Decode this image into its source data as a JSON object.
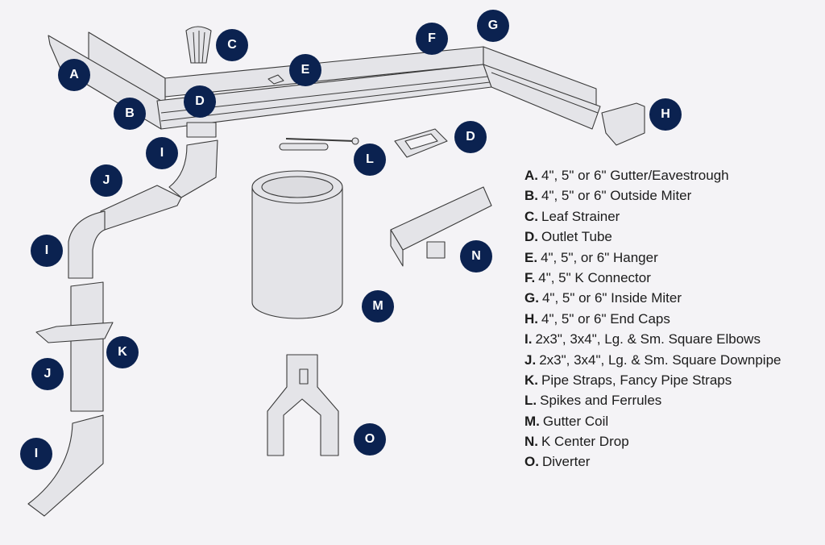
{
  "colors": {
    "badge": "#0b2250",
    "background": "#f4f3f6",
    "part_fill": "#e4e4e8"
  },
  "badges": [
    {
      "id": "A",
      "label": "A"
    },
    {
      "id": "B",
      "label": "B"
    },
    {
      "id": "C",
      "label": "C"
    },
    {
      "id": "D1",
      "label": "D"
    },
    {
      "id": "E",
      "label": "E"
    },
    {
      "id": "F",
      "label": "F"
    },
    {
      "id": "G",
      "label": "G"
    },
    {
      "id": "H",
      "label": "H"
    },
    {
      "id": "I1",
      "label": "I"
    },
    {
      "id": "J1",
      "label": "J"
    },
    {
      "id": "I2",
      "label": "I"
    },
    {
      "id": "L",
      "label": "L"
    },
    {
      "id": "D2",
      "label": "D"
    },
    {
      "id": "N",
      "label": "N"
    },
    {
      "id": "M",
      "label": "M"
    },
    {
      "id": "K",
      "label": "K"
    },
    {
      "id": "J2",
      "label": "J"
    },
    {
      "id": "I3",
      "label": "I"
    },
    {
      "id": "O",
      "label": "O"
    }
  ],
  "legend": [
    {
      "key": "A.",
      "text": "4\", 5\" or 6\" Gutter/Eavestrough"
    },
    {
      "key": "B.",
      "text": "4\", 5\" or 6\" Outside Miter"
    },
    {
      "key": "C.",
      "text": "Leaf Strainer"
    },
    {
      "key": "D.",
      "text": "Outlet Tube"
    },
    {
      "key": "E.",
      "text": "4\", 5\", or 6\" Hanger"
    },
    {
      "key": "F.",
      "text": "4\", 5\" K Connector"
    },
    {
      "key": "G.",
      "text": "4\", 5\" or 6\" Inside Miter"
    },
    {
      "key": "H.",
      "text": "4\", 5\" or 6\" End Caps"
    },
    {
      "key": "I.",
      "text": "2x3\", 3x4\", Lg. & Sm. Square Elbows"
    },
    {
      "key": "J.",
      "text": "2x3\", 3x4\", Lg. & Sm. Square Downpipe"
    },
    {
      "key": "K.",
      "text": "Pipe Straps, Fancy Pipe Straps"
    },
    {
      "key": "L.",
      "text": "Spikes and Ferrules"
    },
    {
      "key": "M.",
      "text": "Gutter Coil"
    },
    {
      "key": "N.",
      "text": "K Center Drop"
    },
    {
      "key": "O.",
      "text": "Diverter"
    }
  ]
}
